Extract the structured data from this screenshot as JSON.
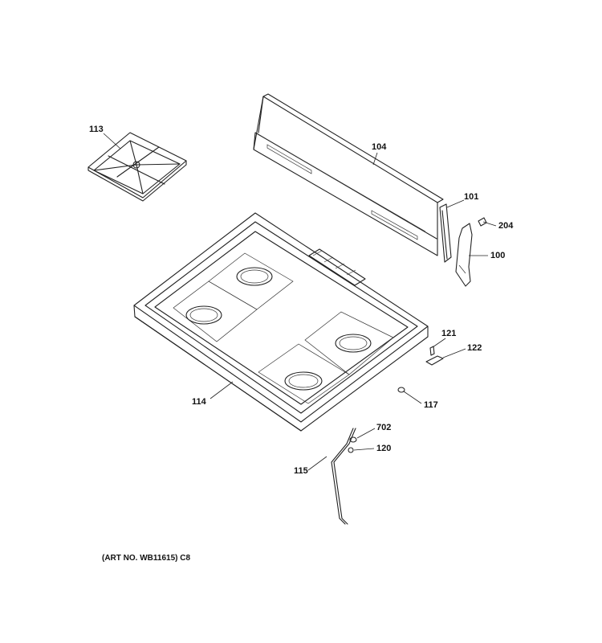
{
  "diagram": {
    "callouts": {
      "grate": "113",
      "backsplash": "104",
      "end_cap_left": "101",
      "screw_204": "204",
      "end_cap_right": "100",
      "cooktop": "114",
      "part_121": "121",
      "part_122": "122",
      "part_117": "117",
      "part_702": "702",
      "part_120": "120",
      "support_rod": "115"
    },
    "caption": "(ART NO. WB11615) C8",
    "line_color": "#222222"
  }
}
